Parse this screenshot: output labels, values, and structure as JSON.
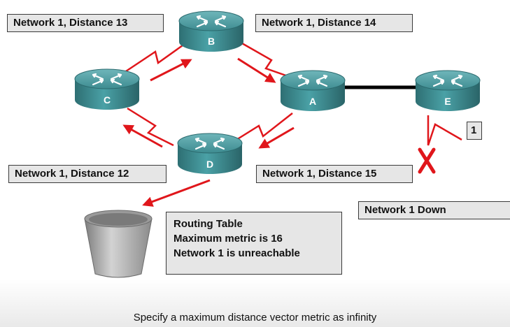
{
  "routers": {
    "a": "A",
    "b": "B",
    "c": "C",
    "d": "D",
    "e": "E"
  },
  "labels": {
    "c_distance": "Network 1, Distance 13",
    "a_distance": "Network 1, Distance 14",
    "d_distance": "Network 1, Distance 12",
    "a2_distance": "Network 1, Distance 15",
    "network_number": "1",
    "network_down": "Network 1 Down"
  },
  "routing_table": {
    "line1": "Routing Table",
    "line2": "Maximum metric is 16",
    "line3": "Network 1 is unreachable"
  },
  "caption": "Specify a maximum distance vector metric as infinity",
  "colors": {
    "link": "#e0161b",
    "router": "#3d8f94",
    "backbone": "#000000",
    "box_fill": "#e6e6e6"
  }
}
